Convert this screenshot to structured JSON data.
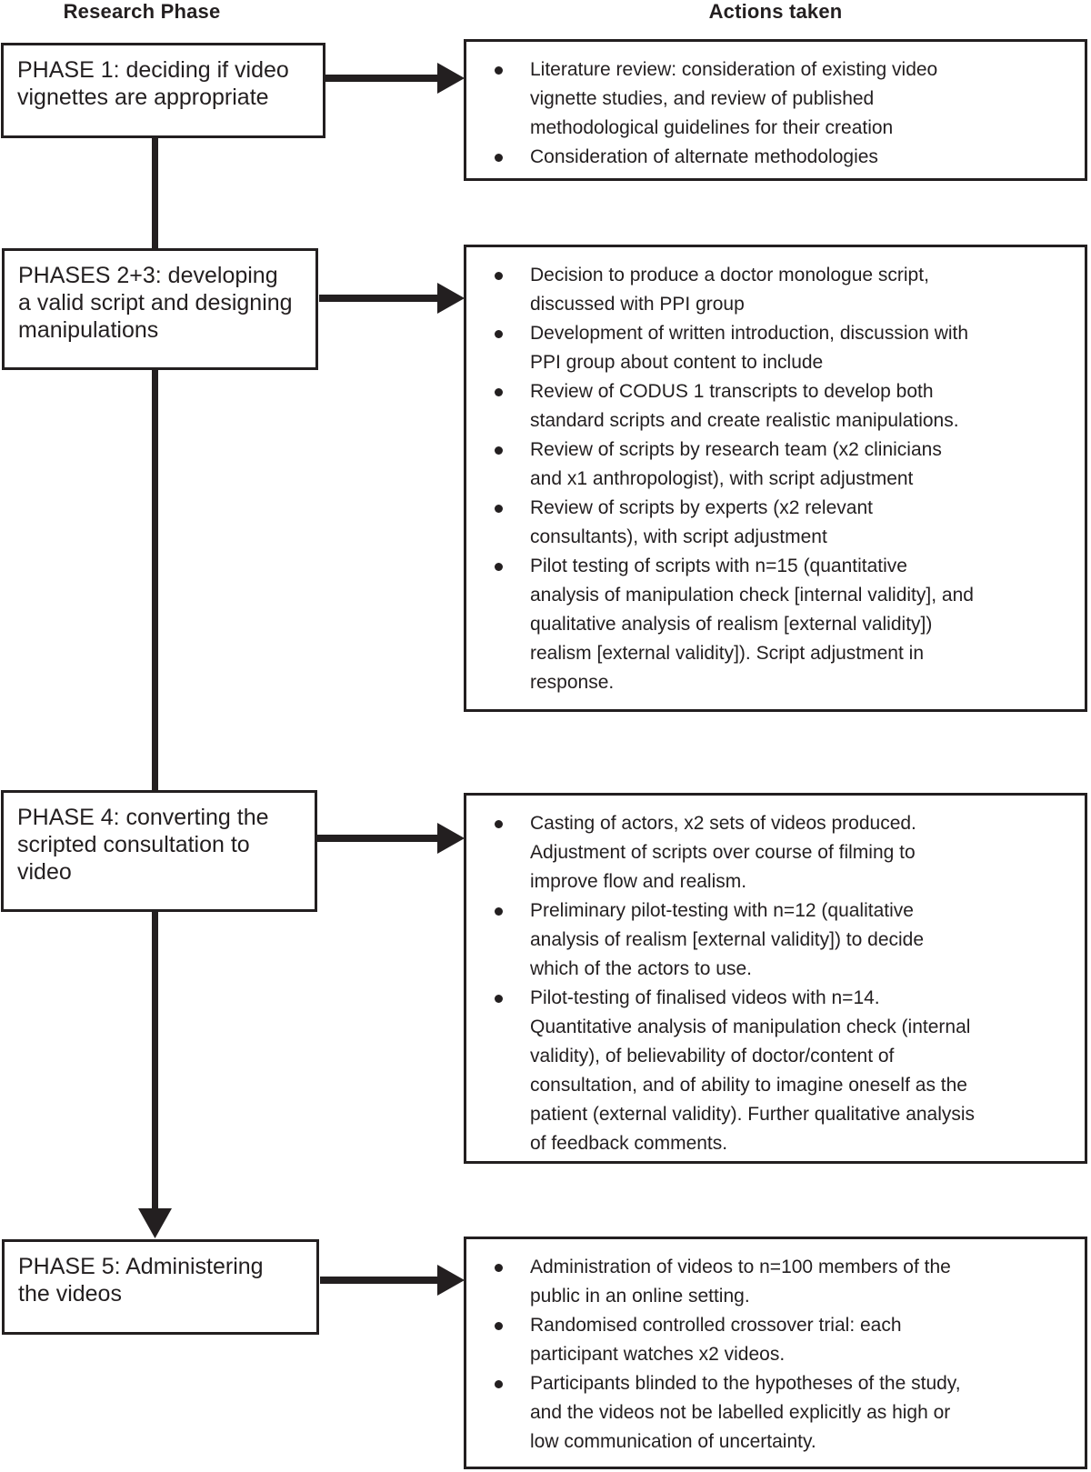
{
  "page": {
    "background": "#ffffff",
    "ink_color": "#231f20"
  },
  "headers": {
    "left": "Research Phase",
    "right": "Actions taken"
  },
  "icons": {
    "bullet": "filled-circle",
    "connector": "thick-black-arrow"
  },
  "rows": [
    {
      "phase": "PHASE 1: deciding if video\nvignettes are appropriate",
      "actions": [
        "Literature review: consideration of existing video\nvignette studies, and review of published\nmethodological guidelines for their creation",
        "Consideration of alternate methodologies"
      ]
    },
    {
      "phase": "PHASES 2+3: developing\na valid script and designing\nmanipulations",
      "actions": [
        "Decision to produce a doctor monologue script,\ndiscussed with PPI group",
        "Development of written introduction, discussion with\nPPI group about content to include",
        "Review of CODUS 1 transcripts to develop both\nstandard scripts and create realistic manipulations.",
        "Review of scripts by research team (x2 clinicians\nand x1 anthropologist), with script adjustment",
        "Review of scripts by experts (x2 relevant\nconsultants), with script adjustment",
        "Pilot testing of scripts with n=15 (quantitative\nanalysis of manipulation check [internal validity], and\nqualitative analysis of realism [external validity])\nrealism [external validity]). Script adjustment in\nresponse."
      ]
    },
    {
      "phase": "PHASE 4: converting the\nscripted consultation to\nvideo",
      "actions": [
        "Casting of actors, x2 sets of videos produced.\nAdjustment of scripts over course of filming to\nimprove flow and realism.",
        "Preliminary pilot-testing with n=12 (qualitative\nanalysis of realism [external validity]) to decide\nwhich of the actors to use.",
        "Pilot-testing of finalised videos with n=14.\nQuantitative analysis of manipulation check (internal\nvalidity), of believability of doctor/content of\nconsultation, and of ability to imagine oneself as the\npatient (external validity). Further qualitative analysis\nof feedback comments."
      ]
    },
    {
      "phase": "PHASE 5: Administering\nthe videos",
      "actions": [
        "Administration of videos to n=100 members of the\npublic in an online setting.",
        "Randomised controlled crossover trial: each\nparticipant watches x2 videos.",
        "Participants blinded to the hypotheses of the study,\nand the videos not be labelled explicitly as high or\nlow communication of uncertainty."
      ]
    }
  ]
}
